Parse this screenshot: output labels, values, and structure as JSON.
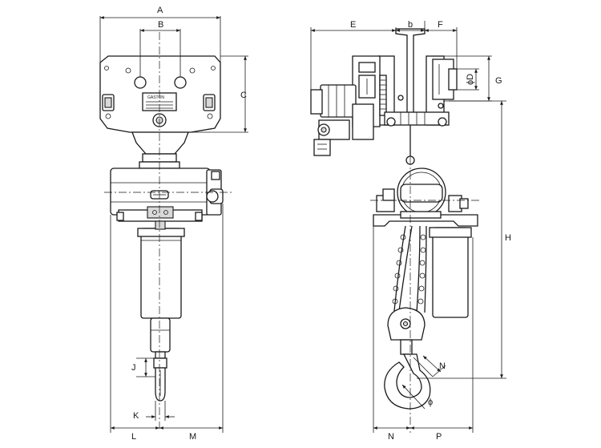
{
  "dimensions": {
    "A": "A",
    "B": "B",
    "C": "C",
    "J": "J",
    "K": "K",
    "L": "L",
    "M": "M",
    "E": "E",
    "b": "b",
    "F": "F",
    "phi_d": "ϕD",
    "G": "G",
    "H": "H",
    "N_top": "N",
    "phi": "ϕ",
    "N_bottom": "N",
    "P": "P"
  },
  "nameplate": {
    "brand": "GASTON"
  },
  "colors": {
    "line": "#1a1a1a",
    "background": "#ffffff",
    "shade": "#d9d9d9"
  }
}
